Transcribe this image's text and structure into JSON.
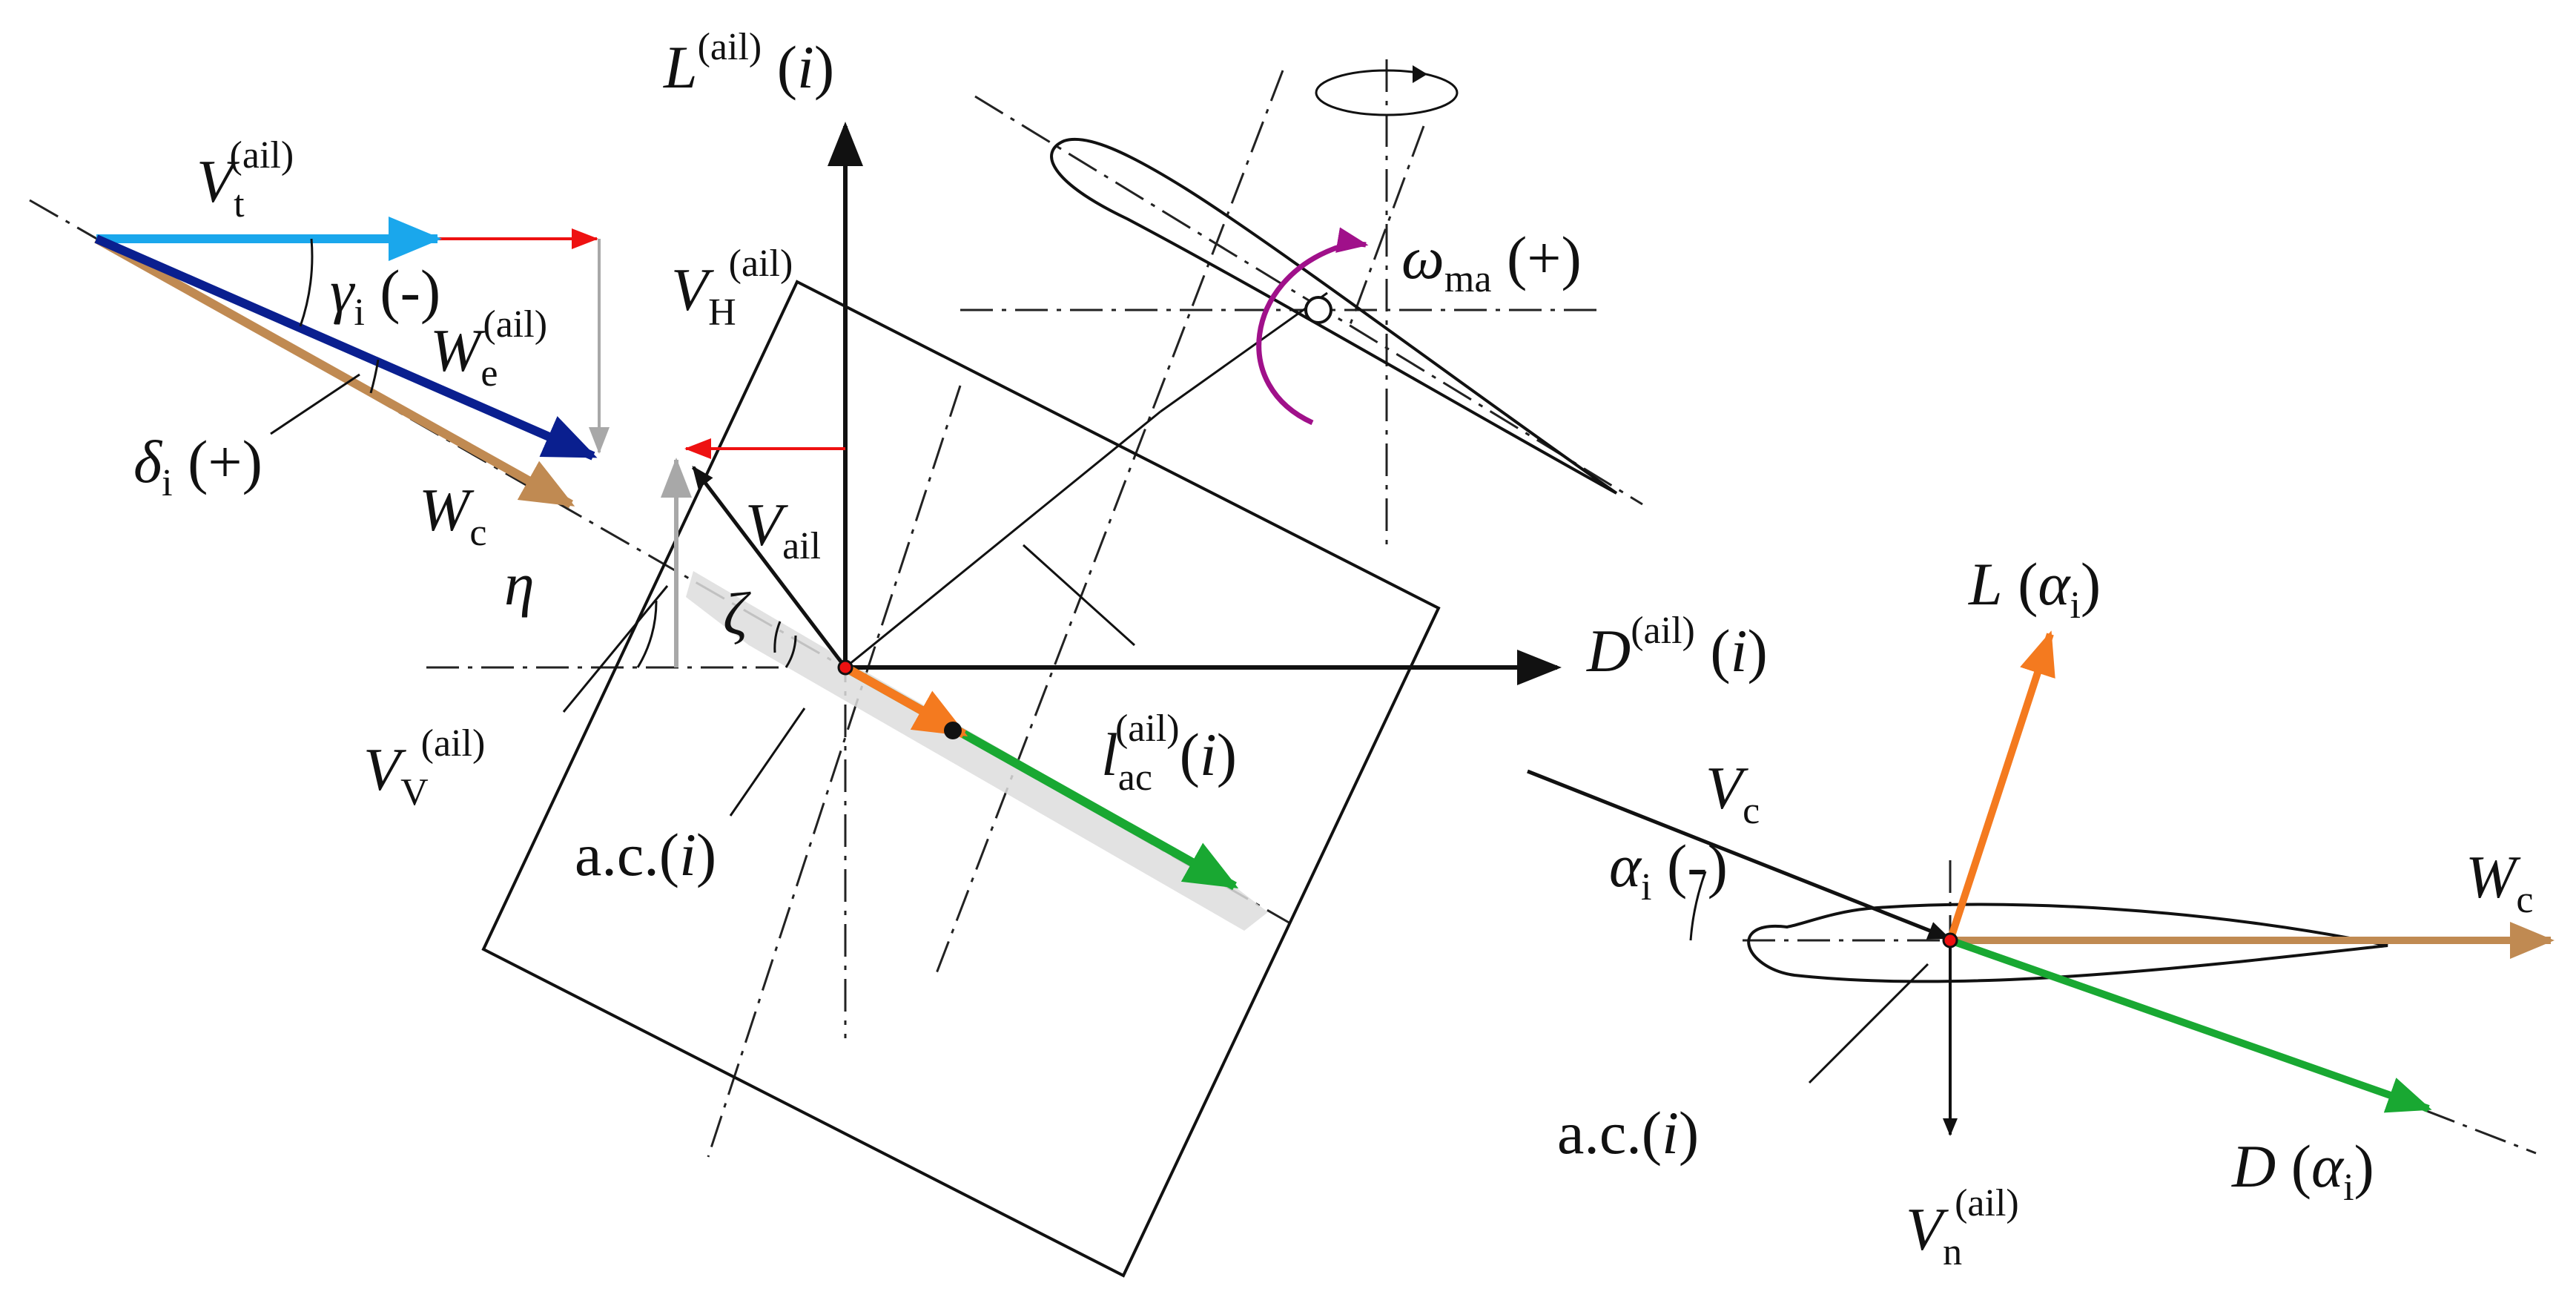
{
  "labels": {
    "l_ail": {
      "base": "L",
      "sup": "(ail)",
      "tail": " (",
      "var": "i",
      "close": ")"
    },
    "vt_ail": {
      "base": "V",
      "sub": "t",
      "sup": "(ail)"
    },
    "gamma": {
      "base": "γ",
      "sub": "i",
      "tail": " (-)"
    },
    "we_ail": {
      "base": "W",
      "sub": "e",
      "sup": "(ail)"
    },
    "delta": {
      "base": "δ",
      "sub": "i",
      "tail": " (+)"
    },
    "wc_left": {
      "base": "W",
      "sub": "c"
    },
    "eta": {
      "base": "η"
    },
    "vh_ail": {
      "base": "V",
      "sub": "H",
      "sup": "(ail)"
    },
    "v_ail": {
      "base": "V",
      "sub": "ail"
    },
    "zeta": {
      "base": "ζ"
    },
    "vv_ail": {
      "base": "V",
      "sub": "V",
      "sup": "(ail)"
    },
    "ac_left": {
      "text": "a.c.(",
      "var": "i",
      "close": ")"
    },
    "lac_ail": {
      "base": "l",
      "sub": "ac",
      "sup": "(ail)",
      "tail": "(",
      "var": "i",
      "close": ")"
    },
    "omega": {
      "base": "ω",
      "sub": "ma",
      "tail": " (+)"
    },
    "d_ail": {
      "base": "D",
      "sup": "(ail)",
      "tail": " (",
      "var": "i",
      "close": ")"
    },
    "l_alpha": {
      "base": "L",
      "tail": " (",
      "var": "α",
      "sub2": "i",
      "close": ")"
    },
    "vc": {
      "base": "V",
      "sub": "c"
    },
    "alpha": {
      "base": "α",
      "sub": "i",
      "tail": " (-)"
    },
    "wc_right": {
      "base": "W",
      "sub": "c"
    },
    "ac_right": {
      "text": "a.c.(",
      "var": "i",
      "close": ")"
    },
    "vn_ail": {
      "base": "V",
      "sub": "n",
      "sup": "(ail)"
    },
    "d_alpha": {
      "base": "D",
      "tail": " (",
      "var": "α",
      "sub2": "i",
      "close": ")"
    }
  },
  "colors": {
    "black": "#111111",
    "light_blue": "#1aa7ec",
    "dark_blue": "#0a1f8f",
    "tan": "#c08a52",
    "red": "#ee1111",
    "gray": "#a8a8a8",
    "orange": "#f47a1f",
    "green": "#19a832",
    "magenta": "#a0108a",
    "shade": "#dddddd"
  }
}
